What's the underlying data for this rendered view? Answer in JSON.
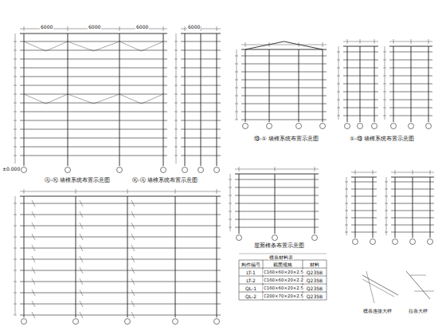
{
  "diagram": {
    "labels": [
      "Ⓐ-Ⓚ 墙檩系统布置示意图",
      "Ⓚ-Ⓐ 墙檩系统布置示意图",
      "⑬-① 墙檩系统布置示意图",
      "①-⑬ 墙檩系统布置示意图",
      "屋面檩条布置示意图",
      "檩条材料表",
      "构件编号",
      "截面规格",
      "材料",
      "LT-1",
      "C160×60×20×2.5",
      "Q235B",
      "LT-2",
      "C160×60×20×2.2",
      "Q235B",
      "QL-1",
      "C160×60×20×2.5",
      "Q235B",
      "QL-2",
      "C200×70×20×2.5",
      "Q235B",
      "6000",
      "6000",
      "6000",
      "6000",
      "±0.000",
      "檩条连接大样",
      "拉条大样"
    ]
  }
}
